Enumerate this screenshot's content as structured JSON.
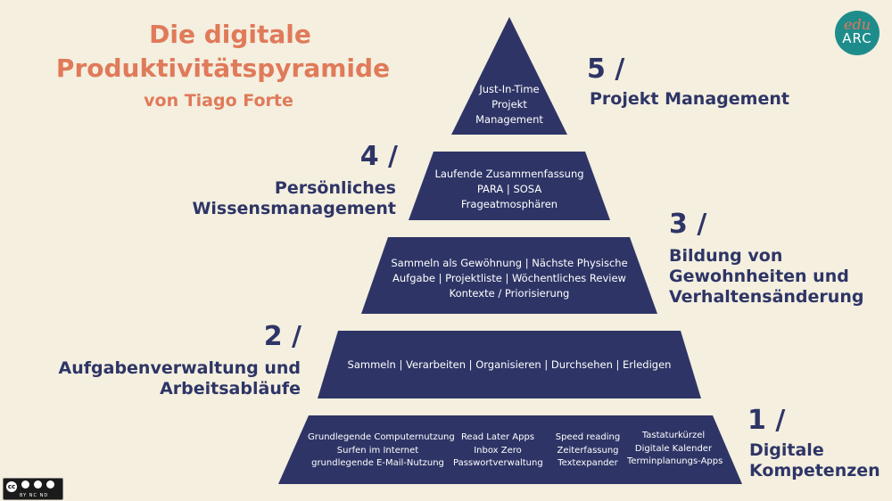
{
  "title": {
    "line1": "Die digitale",
    "line2": "Produktivitätspyramide",
    "byline": "von Tiago Forte"
  },
  "logo": {
    "top": "edu",
    "bottom": "ARC"
  },
  "license": {
    "tags": "BY  NC  ND"
  },
  "colors": {
    "background": "#f4efdf",
    "pyramid": "#2e3566",
    "accent": "#e07a5a",
    "logo": "#1f8c8c"
  },
  "levels": [
    {
      "number": "1 /",
      "label": [
        "Digitale",
        "Kompetenzen"
      ],
      "columns": [
        [
          "Grundlegende Computernutzung",
          "Surfen im Internet",
          "grundlegende E-Mail-Nutzung"
        ],
        [
          "Read Later Apps",
          "Inbox Zero",
          "Passwortverwaltung"
        ],
        [
          "Speed reading",
          "Zeiterfassung",
          "Textexpander"
        ],
        [
          "Tastaturkürzel",
          "Digitale Kalender",
          "Terminplanungs-Apps"
        ]
      ]
    },
    {
      "number": "2 /",
      "label": [
        "Aufgabenverwaltung und",
        "Arbeitsabläufe"
      ],
      "lines": [
        "Sammeln | Verarbeiten | Organisieren | Durchsehen | Erledigen"
      ]
    },
    {
      "number": "3 /",
      "label": [
        "Bildung von",
        "Gewohnheiten und",
        "Verhaltensänderung"
      ],
      "lines": [
        "Sammeln als Gewöhnung | Nächste Physische",
        "Aufgabe | Projektliste | Wöchentliches Review",
        "Kontexte / Priorisierung"
      ]
    },
    {
      "number": "4 /",
      "label": [
        "Persönliches",
        "Wissensmanagement"
      ],
      "lines": [
        "Laufende Zusammenfassung",
        "PARA | SOSA",
        "Frageatmosphären"
      ]
    },
    {
      "number": "5 /",
      "label": [
        "Projekt Management"
      ],
      "lines": [
        "Just-In-Time",
        "Projekt",
        "Management"
      ]
    }
  ]
}
